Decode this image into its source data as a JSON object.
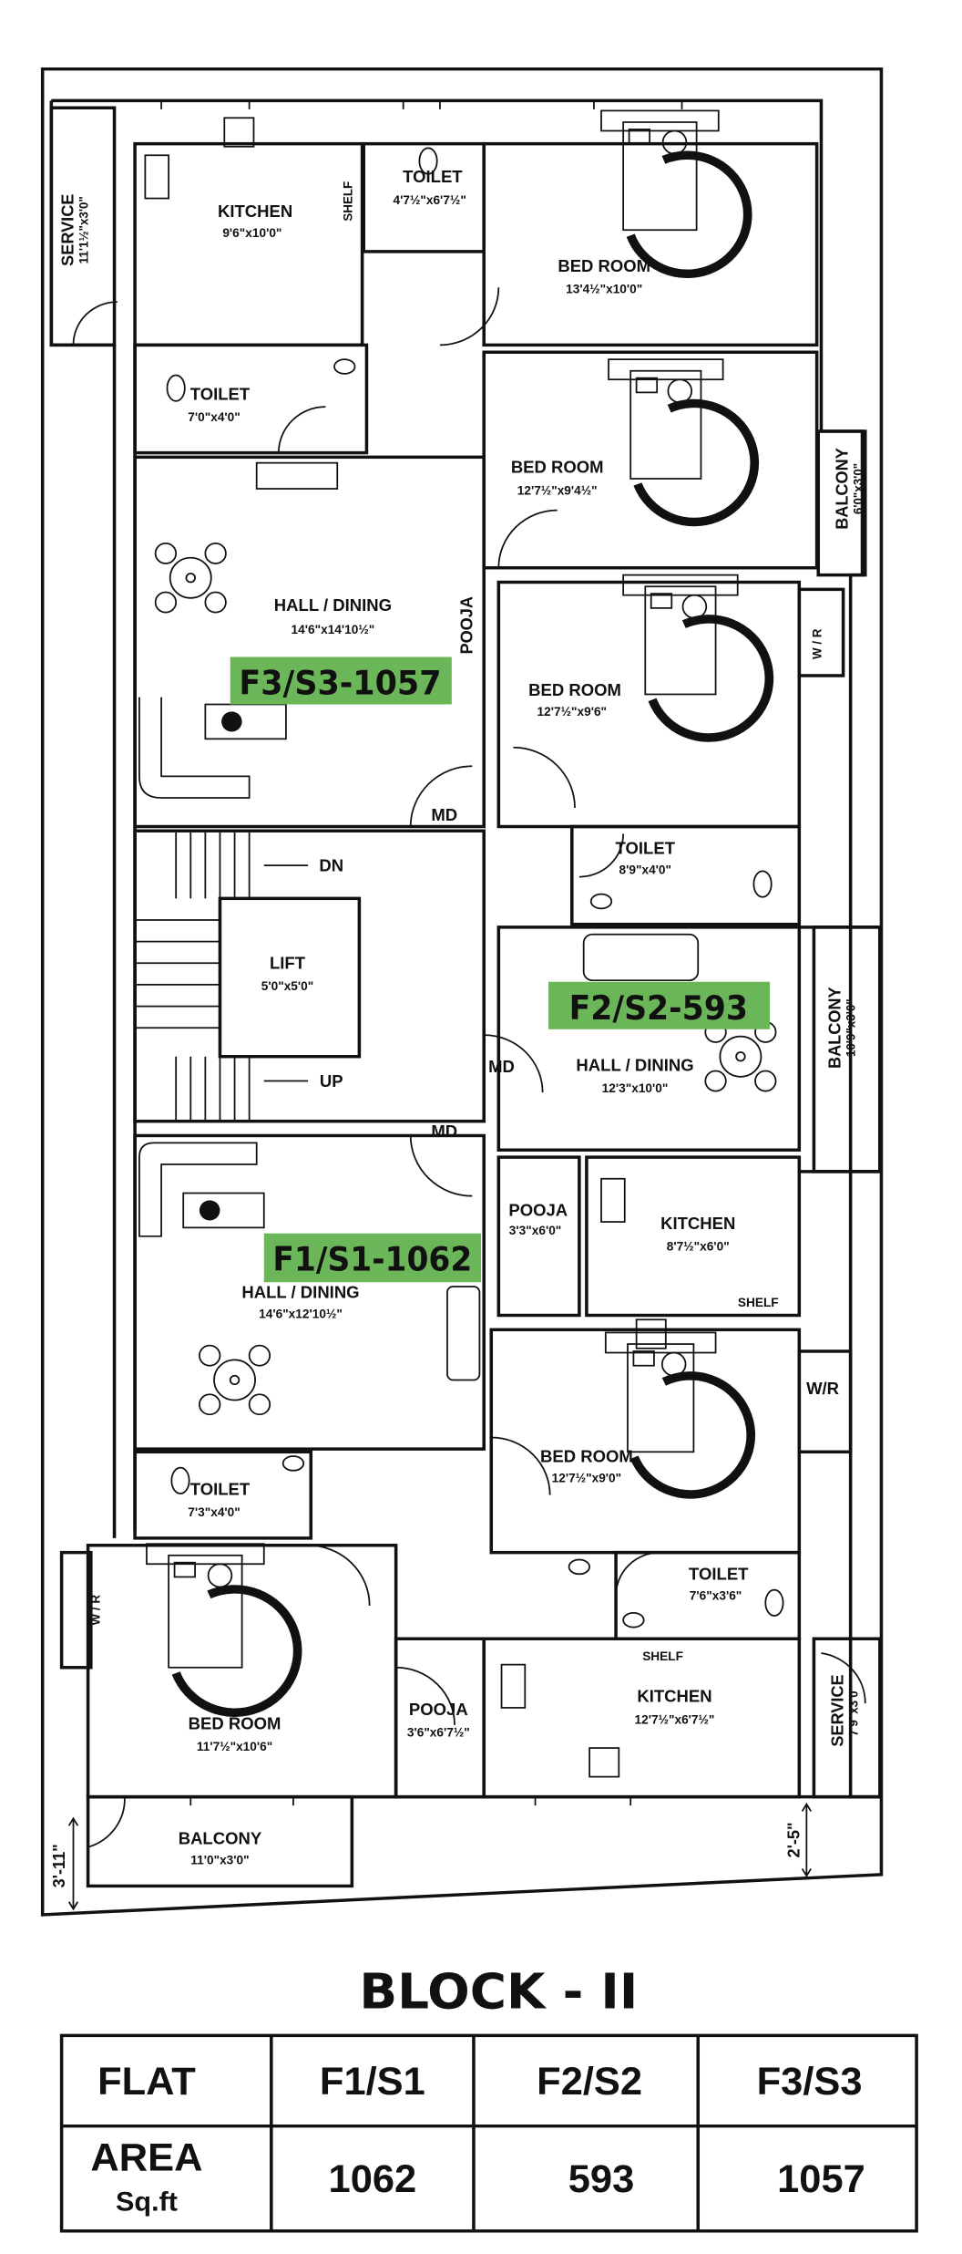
{
  "colors": {
    "flat_label_bg": "#6cb65a",
    "ink": "#111111"
  },
  "rooms": {
    "service_top": {
      "name": "SERVICE",
      "dims": "11'1½\"x3'0\""
    },
    "kitchen_f3": {
      "name": "KITCHEN",
      "dims": "9'6\"x10'0\""
    },
    "toilet_f3_a": {
      "name": "TOILET",
      "dims": "4'7½\"x6'7½\""
    },
    "shelf_f3": {
      "name": "SHELF"
    },
    "bedroom_f3_a": {
      "name": "BED ROOM",
      "dims": "13'4½\"x10'0\""
    },
    "toilet_f3_b": {
      "name": "TOILET",
      "dims": "7'0\"x4'0\""
    },
    "bedroom_f3_b": {
      "name": "BED ROOM",
      "dims": "12'7½\"x9'4½\""
    },
    "balcony_f3": {
      "name": "BALCONY",
      "dims": "6'0\"x3'0\""
    },
    "hall_f3": {
      "name": "HALL / DINING",
      "dims": "14'6\"x14'10½\""
    },
    "pooja_f3": {
      "name": "POOJA"
    },
    "bedroom_f2": {
      "name": "BED ROOM",
      "dims": "12'7½\"x9'6\""
    },
    "wr_f2": {
      "name": "W / R"
    },
    "md_f3": {
      "name": "MD"
    },
    "stair_dn": {
      "name": "DN"
    },
    "lift": {
      "name": "LIFT",
      "dims": "5'0\"x5'0\""
    },
    "stair_up": {
      "name": "UP"
    },
    "toilet_f2": {
      "name": "TOILET",
      "dims": "8'9\"x4'0\""
    },
    "md_f2": {
      "name": "MD"
    },
    "hall_f2": {
      "name": "HALL / DINING",
      "dims": "12'3\"x10'0\""
    },
    "balcony_f2": {
      "name": "BALCONY",
      "dims": "10'9\"x3'0\""
    },
    "md_f1": {
      "name": "MD"
    },
    "pooja_f2": {
      "name": "POOJA",
      "dims": "3'3\"x6'0\""
    },
    "kitchen_f2": {
      "name": "KITCHEN",
      "dims": "8'7½\"x6'0\""
    },
    "shelf_f2": {
      "name": "SHELF"
    },
    "hall_f1": {
      "name": "HALL / DINING",
      "dims": "14'6\"x12'10½\""
    },
    "bedroom_f1_a": {
      "name": "BED ROOM",
      "dims": "12'7½\"x9'0\""
    },
    "wr_f1_a": {
      "name": "W/R"
    },
    "toilet_f1_a": {
      "name": "TOILET",
      "dims": "7'3\"x4'0\""
    },
    "toilet_f1_b": {
      "name": "TOILET",
      "dims": "7'6\"x3'6\""
    },
    "shelf_f1": {
      "name": "SHELF"
    },
    "kitchen_f1": {
      "name": "KITCHEN",
      "dims": "12'7½\"x6'7½\""
    },
    "service_f1": {
      "name": "SERVICE",
      "dims": "7'9\"x3'0\""
    },
    "wr_f1_b": {
      "name": "W / R"
    },
    "pooja_f1": {
      "name": "POOJA",
      "dims": "3'6\"x6'7½\""
    },
    "bedroom_f1_b": {
      "name": "BED ROOM",
      "dims": "11'7½\"x10'6\""
    },
    "balcony_f1": {
      "name": "BALCONY",
      "dims": "11'0\"x3'0\""
    }
  },
  "flat_labels": {
    "f3": "F3/S3-1057",
    "f2": "F2/S2-593",
    "f1": "F1/S1-1062"
  },
  "setbacks": {
    "left": "3'-11\"",
    "right": "2'-5\""
  },
  "title": "BLOCK - II",
  "table": {
    "row_headers": {
      "flat": "FLAT",
      "area": "AREA",
      "area_unit": "Sq.ft"
    },
    "flats": [
      {
        "flat": "F1/S1",
        "area": "1062"
      },
      {
        "flat": "F2/S2",
        "area": "593"
      },
      {
        "flat": "F3/S3",
        "area": "1057"
      }
    ]
  }
}
